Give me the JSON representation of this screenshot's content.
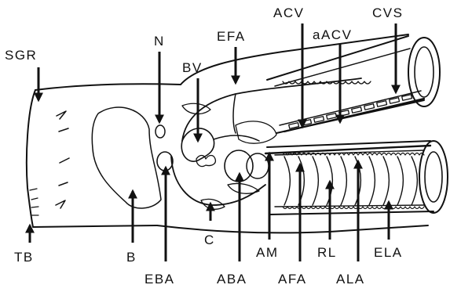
{
  "labels": {
    "sgr": "SGR",
    "tb": "TB",
    "n": "N",
    "bv": "BV",
    "efa": "EFA",
    "acv": "ACV",
    "a_acv": "aACV",
    "cvs": "CVS",
    "b": "B",
    "eba": "EBA",
    "c": "C",
    "aba": "ABA",
    "am": "AM",
    "afa": "AFA",
    "rl": "RL",
    "ala": "ALA",
    "ela": "ELA"
  }
}
